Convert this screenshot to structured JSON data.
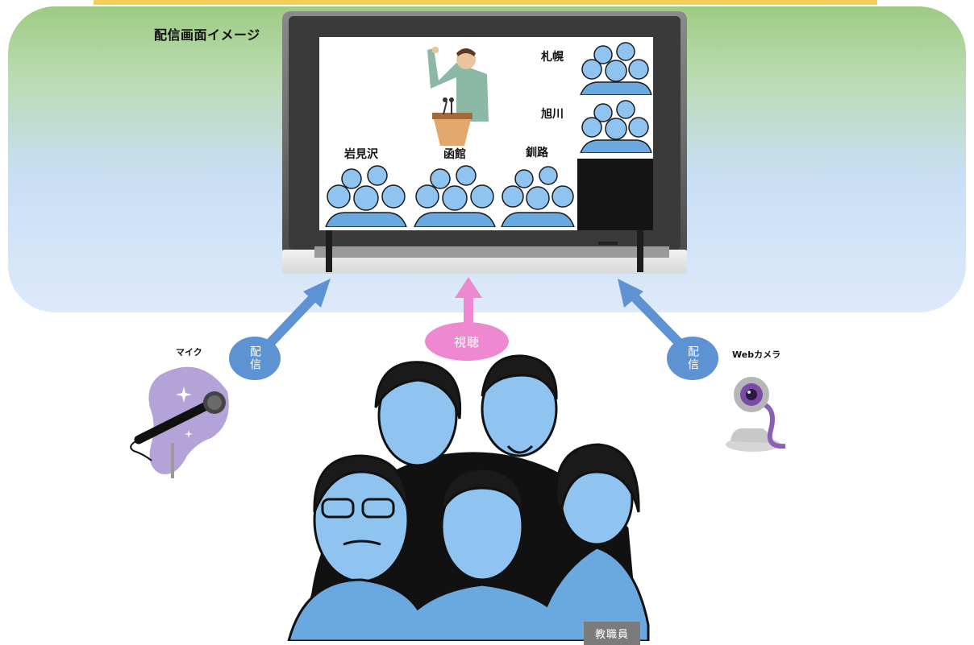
{
  "caption": "配信画面イメージ",
  "cities": {
    "sapporo": "札幌",
    "asahikawa": "旭川",
    "iwamizawa": "岩見沢",
    "hakodate": "函館",
    "kushiro": "釧路"
  },
  "bubbles": {
    "left": "配信",
    "right": "配信",
    "view": "視聴"
  },
  "labels": {
    "mic": "マイク",
    "camera": "Webカメラ",
    "staff": "教職員"
  },
  "colors": {
    "band": "#f4cf58",
    "panel_top": "#9ecb83",
    "panel_bottom": "#ddeafa",
    "arrow_blue": "#5e93d3",
    "arrow_pink": "#ee88d0",
    "figure_blue": "#8fc3f0"
  }
}
